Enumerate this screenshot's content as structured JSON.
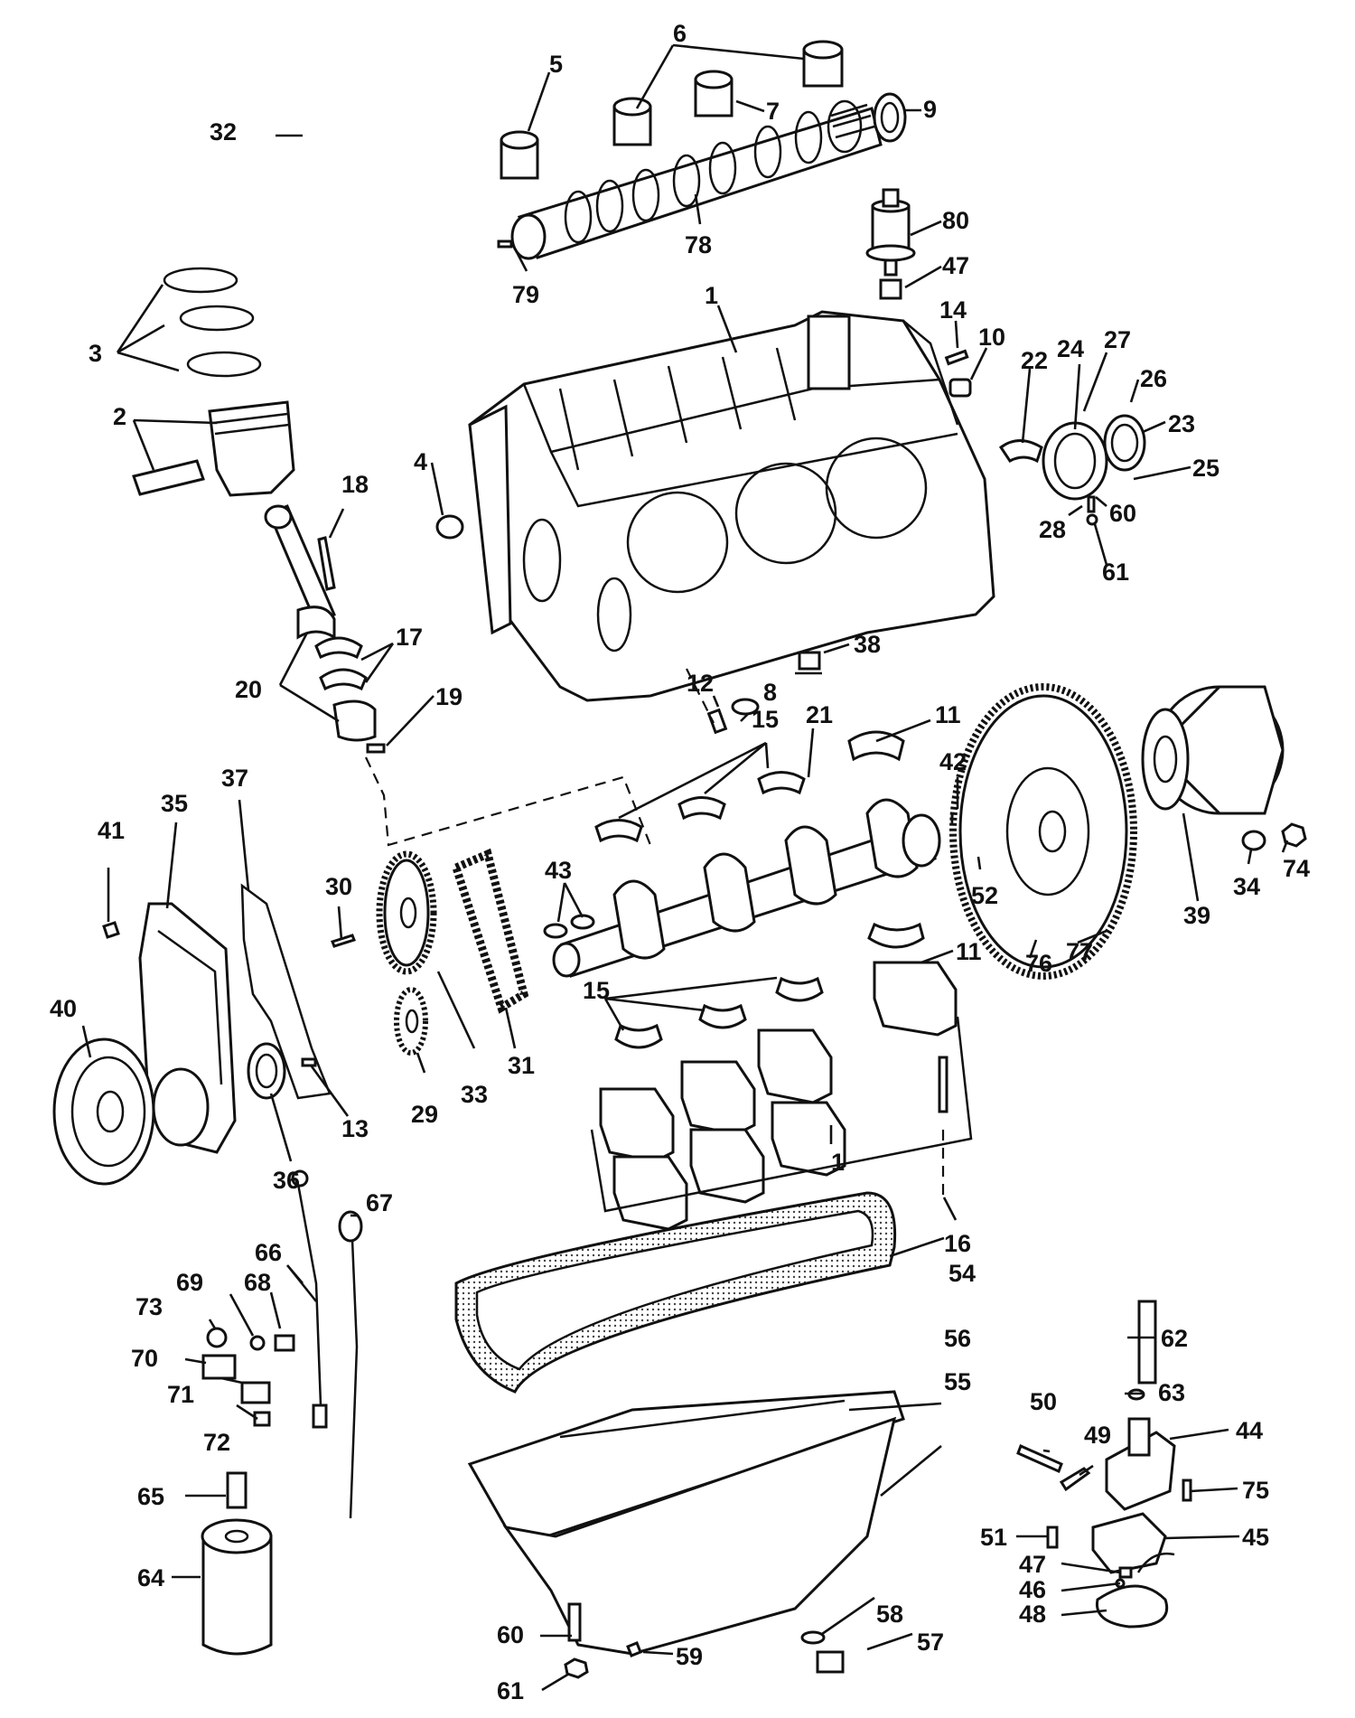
{
  "callouts": [
    {
      "id": "c1a",
      "text": "1"
    },
    {
      "id": "c1b",
      "text": "1"
    },
    {
      "id": "c2",
      "text": "2"
    },
    {
      "id": "c3",
      "text": "3"
    },
    {
      "id": "c4",
      "text": "4"
    },
    {
      "id": "c5",
      "text": "5"
    },
    {
      "id": "c6",
      "text": "6"
    },
    {
      "id": "c7",
      "text": "7"
    },
    {
      "id": "c8",
      "text": "8"
    },
    {
      "id": "c9",
      "text": "9"
    },
    {
      "id": "c10",
      "text": "10"
    },
    {
      "id": "c11a",
      "text": "11"
    },
    {
      "id": "c11b",
      "text": "11"
    },
    {
      "id": "c12",
      "text": "12"
    },
    {
      "id": "c13",
      "text": "13"
    },
    {
      "id": "c14",
      "text": "14"
    },
    {
      "id": "c15a",
      "text": "15"
    },
    {
      "id": "c15b",
      "text": "15"
    },
    {
      "id": "c16",
      "text": "16"
    },
    {
      "id": "c17",
      "text": "17"
    },
    {
      "id": "c18",
      "text": "18"
    },
    {
      "id": "c19",
      "text": "19"
    },
    {
      "id": "c20",
      "text": "20"
    },
    {
      "id": "c21",
      "text": "21"
    },
    {
      "id": "c22",
      "text": "22"
    },
    {
      "id": "c23",
      "text": "23"
    },
    {
      "id": "c24",
      "text": "24"
    },
    {
      "id": "c25",
      "text": "25"
    },
    {
      "id": "c26",
      "text": "26"
    },
    {
      "id": "c27",
      "text": "27"
    },
    {
      "id": "c28",
      "text": "28"
    },
    {
      "id": "c29",
      "text": "29"
    },
    {
      "id": "c30",
      "text": "30"
    },
    {
      "id": "c31",
      "text": "31"
    },
    {
      "id": "c32",
      "text": "32"
    },
    {
      "id": "c33",
      "text": "33"
    },
    {
      "id": "c34",
      "text": "34"
    },
    {
      "id": "c35",
      "text": "35"
    },
    {
      "id": "c36",
      "text": "36"
    },
    {
      "id": "c37",
      "text": "37"
    },
    {
      "id": "c38",
      "text": "38"
    },
    {
      "id": "c39",
      "text": "39"
    },
    {
      "id": "c40",
      "text": "40"
    },
    {
      "id": "c41",
      "text": "41"
    },
    {
      "id": "c42",
      "text": "42"
    },
    {
      "id": "c43",
      "text": "43"
    },
    {
      "id": "c44",
      "text": "44"
    },
    {
      "id": "c45",
      "text": "45"
    },
    {
      "id": "c46",
      "text": "46"
    },
    {
      "id": "c47a",
      "text": "47"
    },
    {
      "id": "c47b",
      "text": "47"
    },
    {
      "id": "c48",
      "text": "48"
    },
    {
      "id": "c49",
      "text": "49"
    },
    {
      "id": "c50",
      "text": "50"
    },
    {
      "id": "c51",
      "text": "51"
    },
    {
      "id": "c52",
      "text": "52"
    },
    {
      "id": "c54",
      "text": "54"
    },
    {
      "id": "c55",
      "text": "55"
    },
    {
      "id": "c56",
      "text": "56"
    },
    {
      "id": "c57",
      "text": "57"
    },
    {
      "id": "c58",
      "text": "58"
    },
    {
      "id": "c59",
      "text": "59"
    },
    {
      "id": "c60a",
      "text": "60"
    },
    {
      "id": "c60b",
      "text": "60"
    },
    {
      "id": "c61a",
      "text": "61"
    },
    {
      "id": "c61b",
      "text": "61"
    },
    {
      "id": "c62",
      "text": "62"
    },
    {
      "id": "c63",
      "text": "63"
    },
    {
      "id": "c64",
      "text": "64"
    },
    {
      "id": "c65",
      "text": "65"
    },
    {
      "id": "c66",
      "text": "66"
    },
    {
      "id": "c67",
      "text": "67"
    },
    {
      "id": "c68",
      "text": "68"
    },
    {
      "id": "c69",
      "text": "69"
    },
    {
      "id": "c70",
      "text": "70"
    },
    {
      "id": "c71",
      "text": "71"
    },
    {
      "id": "c72",
      "text": "72"
    },
    {
      "id": "c73",
      "text": "73"
    },
    {
      "id": "c74",
      "text": "74"
    },
    {
      "id": "c75",
      "text": "75"
    },
    {
      "id": "c76",
      "text": "76"
    },
    {
      "id": "c77",
      "text": "77"
    },
    {
      "id": "c78",
      "text": "78"
    },
    {
      "id": "c79",
      "text": "79"
    },
    {
      "id": "c80",
      "text": "80"
    }
  ]
}
